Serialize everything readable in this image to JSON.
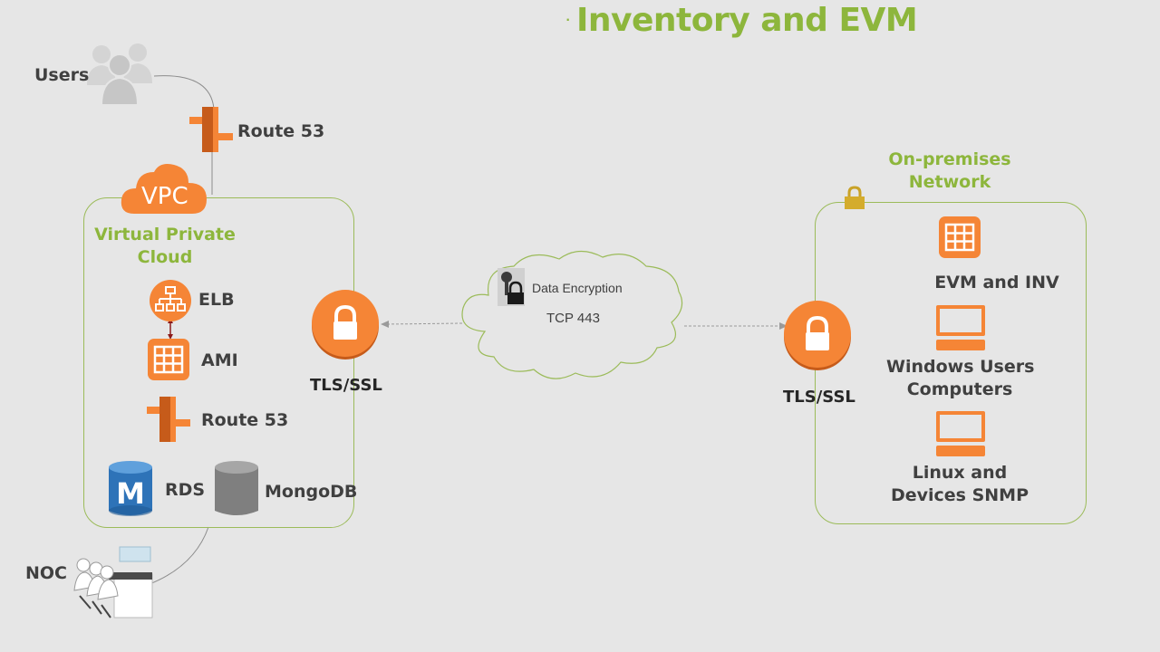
{
  "title": "Inventory and EVM",
  "title_bullet": "·",
  "users": {
    "label": "Users"
  },
  "route53_top": {
    "label": "Route 53"
  },
  "vpc": {
    "badge": "VPC",
    "title_line1": "Virtual Private",
    "title_line2": "Cloud",
    "elb": "ELB",
    "ami": "AMI",
    "route53": "Route 53",
    "rds": "RDS",
    "mongodb": "MongoDB",
    "tls": "TLS/SSL"
  },
  "cloud": {
    "encryption": "Data Encryption",
    "port": "TCP 443"
  },
  "onprem": {
    "title_line1": "On-premises",
    "title_line2": "Network",
    "tls": "TLS/SSL",
    "evm": "EVM and INV",
    "windows_line1": "Windows Users",
    "windows_line2": "Computers",
    "linux_line1": "Linux and",
    "linux_line2": "Devices SNMP"
  },
  "noc": {
    "label": "NOC"
  },
  "colors": {
    "accent_green": "#8db63c",
    "aws_orange": "#f58536",
    "box_border": "#9bbb59",
    "rds_blue": "#2e73b8"
  }
}
